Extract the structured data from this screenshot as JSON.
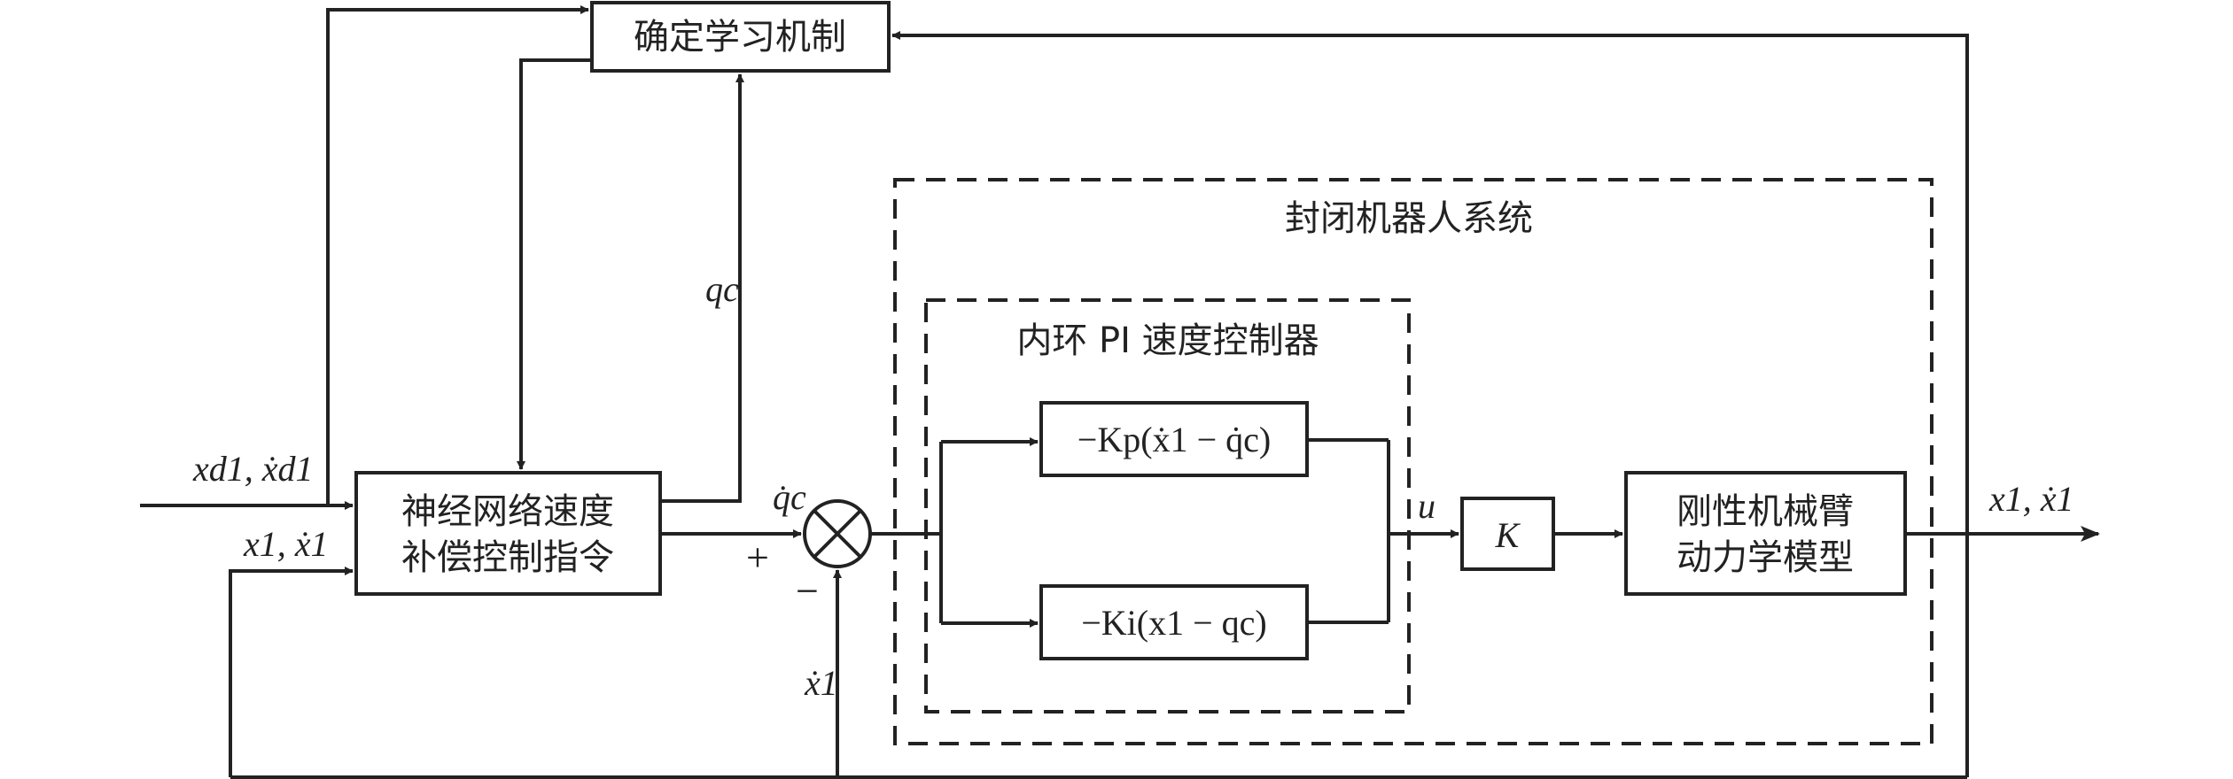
{
  "blocks": {
    "learning_mechanism": "确定学习机制",
    "nn_compensation_line1": "神经网络速度",
    "nn_compensation_line2": "补偿控制指令",
    "closed_robot_system": "封闭机器人系统",
    "inner_pi_controller": "内环 PI 速度控制器",
    "p_term": "−Kp(ẋ1 − q̇c)",
    "i_term": "−Ki(x1 − qc)",
    "gain": "K",
    "rigid_arm_line1": "刚性机械臂",
    "rigid_arm_line2": "动力学模型"
  },
  "signals": {
    "desired": "xd1, ẋd1",
    "state_in": "x1, ẋ1",
    "qc": "qc",
    "qc_dot": "q̇c",
    "plus": "+",
    "minus": "−",
    "x1_dot": "ẋ1",
    "u": "u",
    "output": "x1, ẋ1"
  }
}
